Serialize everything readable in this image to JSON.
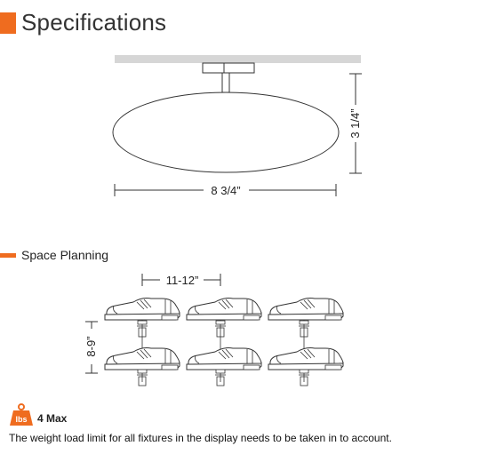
{
  "sections": {
    "specifications": "Specifications",
    "space_planning": "Space Planning"
  },
  "spec_diagram": {
    "width_label": "8 3/4”",
    "height_label": "3 1/4”"
  },
  "planning_diagram": {
    "spacing_width_label": "11-12”",
    "spacing_height_label": "8-9”"
  },
  "weight": {
    "icon_text": "lbs",
    "label": "4 Max",
    "icon_color": "#ef6c1f"
  },
  "note": "The weight load limit for all fixtures in the display needs to be taken in to account.",
  "colors": {
    "accent": "#ef6c1f",
    "shelf": "#d6d6d6",
    "line": "#333333"
  }
}
